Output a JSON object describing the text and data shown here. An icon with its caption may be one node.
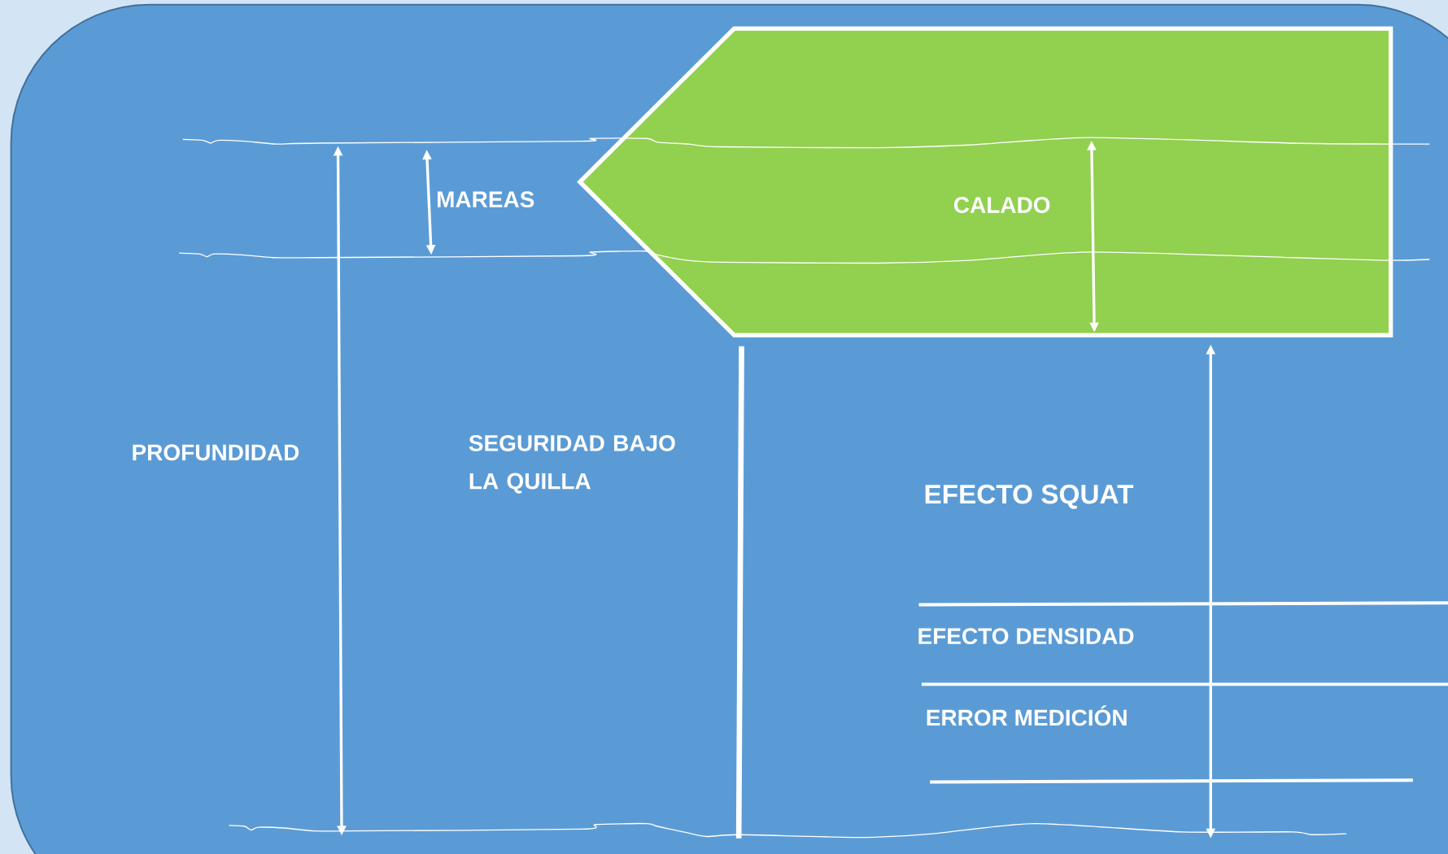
{
  "diagram": {
    "nodes": [
      {
        "text": [
          "CALADO"
        ]
      }
    ],
    "labels": [
      "MAREAS",
      "PROFUNDIDAD",
      "SEGURIDAD BAJO LA QUILLA",
      "EFECTO SQUAT",
      "EFECTO DENSIDAD",
      "ERROR MEDICIÓN"
    ]
  }
}
